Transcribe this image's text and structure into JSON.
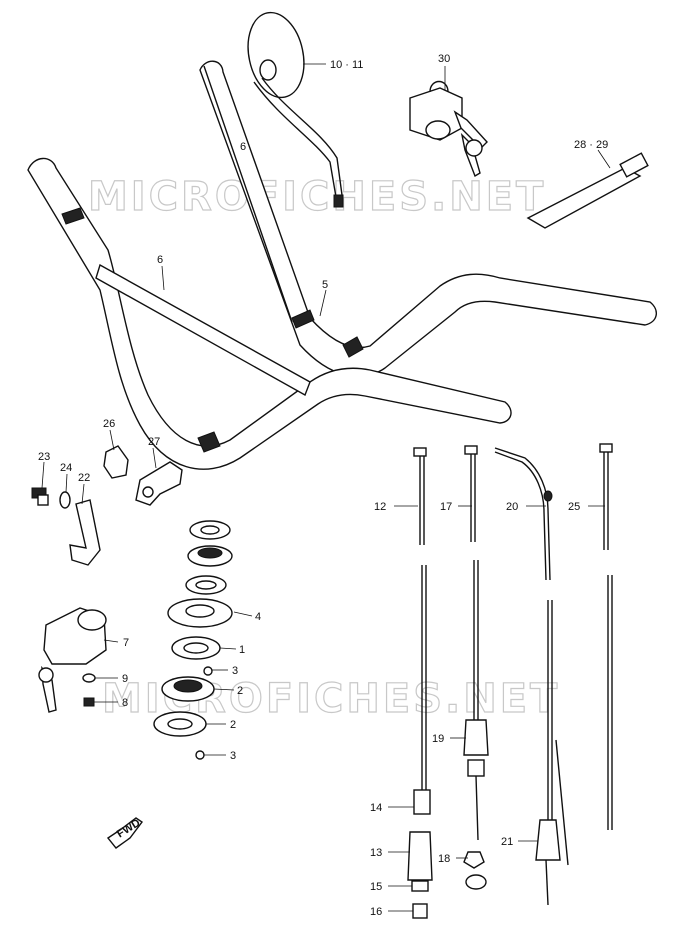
{
  "watermark": "MICROFICHES.NET",
  "badge": "FWD",
  "labels": {
    "l10_11": "10 · 11",
    "l30": "30",
    "l28_29": "28 · 29",
    "l6": "6",
    "l5": "5",
    "l26": "26",
    "l27": "27",
    "l23": "23",
    "l24": "24",
    "l22": "22",
    "l4": "4",
    "l1": "1",
    "l3a": "3",
    "l2a": "2",
    "l2b": "2",
    "l3b": "3",
    "l7": "7",
    "l9": "9",
    "l8": "8",
    "l12": "12",
    "l17": "17",
    "l20": "20",
    "l25": "25",
    "l19": "19",
    "l14": "14",
    "l13": "13",
    "l18": "18",
    "l15": "15",
    "l16": "16",
    "l21": "21"
  }
}
